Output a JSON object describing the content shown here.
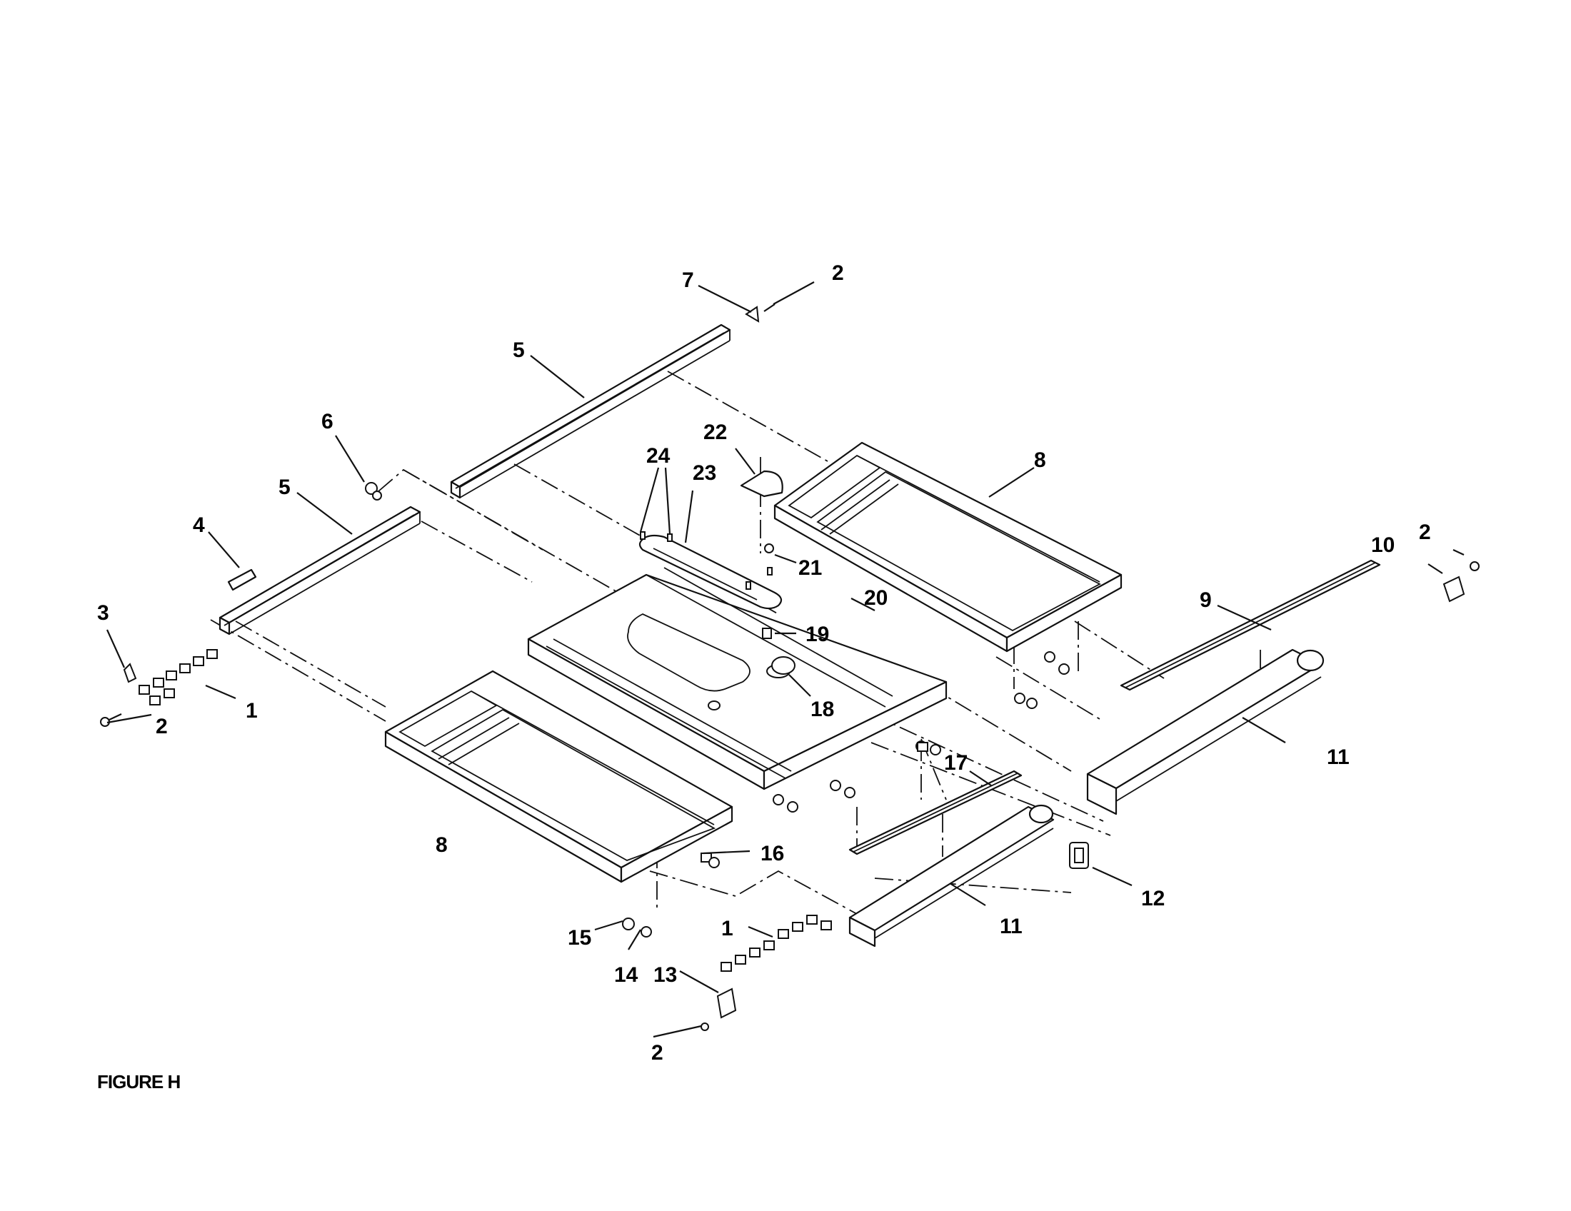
{
  "figure": {
    "caption": "FIGURE H"
  },
  "callouts": [
    {
      "id": "c2a",
      "text": "2"
    },
    {
      "id": "c7",
      "text": "7"
    },
    {
      "id": "c5a",
      "text": "5"
    },
    {
      "id": "c6",
      "text": "6"
    },
    {
      "id": "c5b",
      "text": "5"
    },
    {
      "id": "c4",
      "text": "4"
    },
    {
      "id": "c3",
      "text": "3"
    },
    {
      "id": "c2b",
      "text": "2"
    },
    {
      "id": "c1a",
      "text": "1"
    },
    {
      "id": "c24",
      "text": "24"
    },
    {
      "id": "c22",
      "text": "22"
    },
    {
      "id": "c23",
      "text": "23"
    },
    {
      "id": "c21",
      "text": "21"
    },
    {
      "id": "c20",
      "text": "20"
    },
    {
      "id": "c19",
      "text": "19"
    },
    {
      "id": "c18",
      "text": "18"
    },
    {
      "id": "c8a",
      "text": "8"
    },
    {
      "id": "c8b",
      "text": "8"
    },
    {
      "id": "c2c",
      "text": "2"
    },
    {
      "id": "c10",
      "text": "10"
    },
    {
      "id": "c9",
      "text": "9"
    },
    {
      "id": "c11a",
      "text": "11"
    },
    {
      "id": "c17",
      "text": "17"
    },
    {
      "id": "c16",
      "text": "16"
    },
    {
      "id": "c15",
      "text": "15"
    },
    {
      "id": "c14",
      "text": "14"
    },
    {
      "id": "c1b",
      "text": "1"
    },
    {
      "id": "c13",
      "text": "13"
    },
    {
      "id": "c2d",
      "text": "2"
    },
    {
      "id": "c11b",
      "text": "11"
    },
    {
      "id": "c12",
      "text": "12"
    }
  ]
}
